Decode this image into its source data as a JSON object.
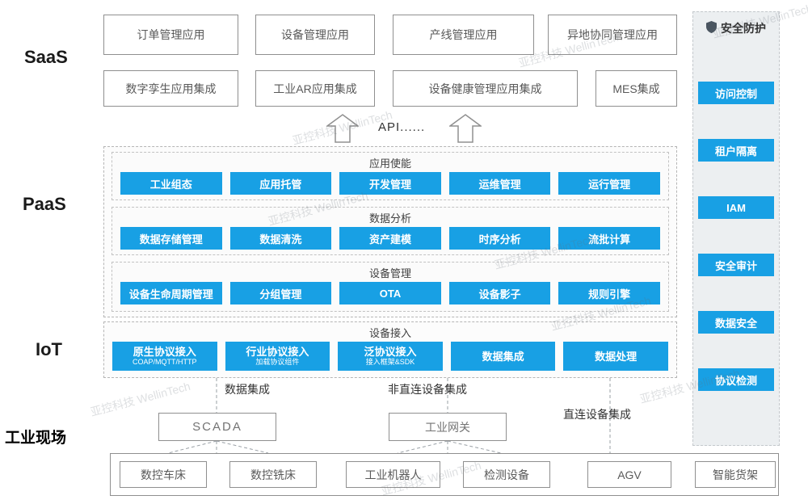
{
  "watermark": "亚控科技 WellinTech",
  "layers": {
    "saas": "SaaS",
    "paas": "PaaS",
    "iot": "IoT",
    "field": "工业现场"
  },
  "saas": {
    "row1": [
      "订单管理应用",
      "设备管理应用",
      "产线管理应用",
      "异地协同管理应用"
    ],
    "row2": [
      "数字孪生应用集成",
      "工业AR应用集成",
      "设备健康管理应用集成",
      "MES集成"
    ]
  },
  "api": {
    "label": "API......"
  },
  "paas": {
    "groups": [
      {
        "title": "应用使能",
        "items": [
          "工业组态",
          "应用托管",
          "开发管理",
          "运维管理",
          "运行管理"
        ]
      },
      {
        "title": "数据分析",
        "items": [
          "数据存储管理",
          "数据清洗",
          "资产建模",
          "时序分析",
          "流批计算"
        ]
      },
      {
        "title": "设备管理",
        "items": [
          "设备生命周期管理",
          "分组管理",
          "OTA",
          "设备影子",
          "规则引擎"
        ]
      }
    ]
  },
  "iot": {
    "title": "设备接入",
    "items": [
      {
        "label": "原生协议接入",
        "sub": "COAP/MQTT/HTTP"
      },
      {
        "label": "行业协议接入",
        "sub": "加载协议组件"
      },
      {
        "label": "泛协议接入",
        "sub": "接入框架&SDK"
      },
      {
        "label": "数据集成",
        "sub": ""
      },
      {
        "label": "数据处理",
        "sub": ""
      }
    ]
  },
  "security": {
    "title": "安全防护",
    "items": [
      "访问控制",
      "租户隔离",
      "IAM",
      "安全审计",
      "数据安全",
      "协议检测"
    ]
  },
  "connections": {
    "scada_label": "数据集成",
    "gateway_label": "非直连设备集成",
    "direct_label": "直连设备集成"
  },
  "middleboxes": {
    "scada": "SCADA",
    "gateway": "工业网关"
  },
  "devices": [
    "数控车床",
    "数控铣床",
    "工业机器人",
    "检测设备",
    "AGV",
    "智能货架"
  ],
  "colors": {
    "accent_blue": "#18A0E4",
    "panel_gray": "#ECEFF1"
  }
}
